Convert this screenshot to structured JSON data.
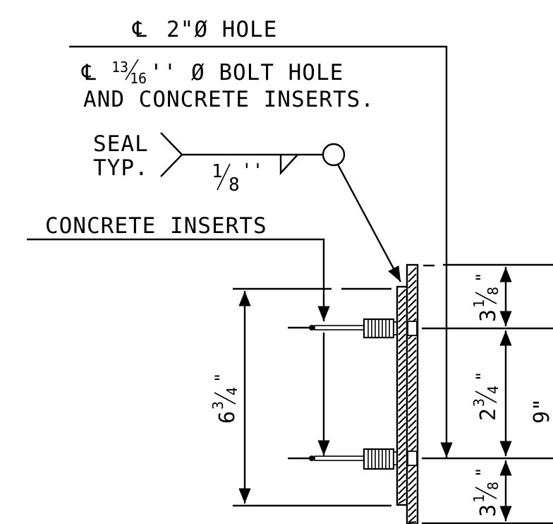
{
  "callouts": {
    "cl_symbol": "℄",
    "hole_2in": "2\"Ø HOLE",
    "bolt_hole_num": "13",
    "bolt_hole_den": "16",
    "bolt_hole_rest": "'' Ø BOLT HOLE",
    "concrete_inserts_line2": "AND CONCRETE INSERTS.",
    "seal_line1": "SEAL",
    "seal_line2": "TYP.",
    "weld_num": "1",
    "weld_den": "8",
    "weld_inch": "''",
    "concrete_inserts": "CONCRETE INSERTS"
  },
  "dimensions": {
    "overall_left": {
      "whole": "6",
      "num": "3",
      "den": "4",
      "unit": "\""
    },
    "top_gap": {
      "whole": "3",
      "num": "1",
      "den": "8",
      "unit": "\""
    },
    "mid_gap": {
      "whole": "2",
      "num": "3",
      "den": "4",
      "unit": "\""
    },
    "bottom_gap": {
      "whole": "3",
      "num": "1",
      "den": "8",
      "unit": "\""
    },
    "overall_right_partial": "9\""
  }
}
